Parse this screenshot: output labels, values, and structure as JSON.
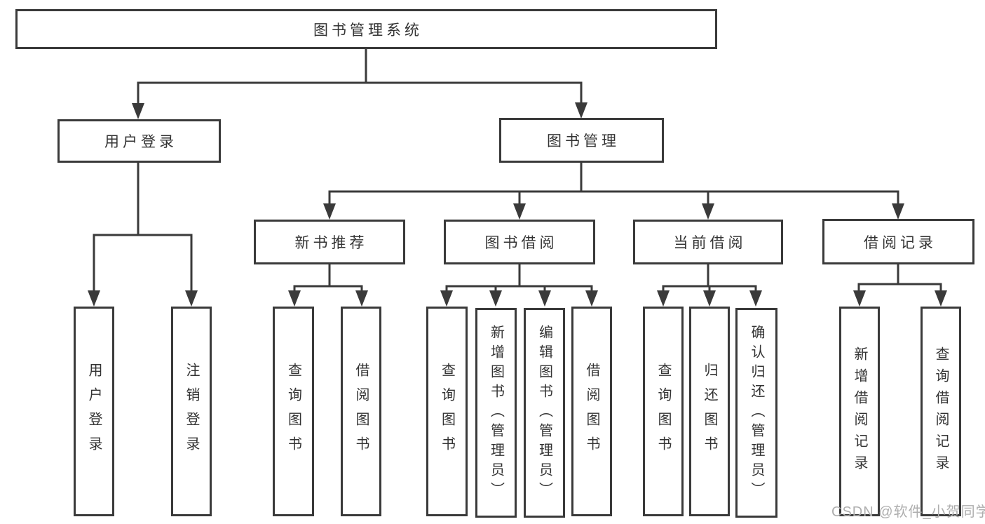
{
  "diagram": {
    "title": "图书管理系统",
    "level1": [
      {
        "label": "用户登录"
      },
      {
        "label": "图书管理"
      }
    ],
    "level2": [
      {
        "label": "新书推荐",
        "parent": "图书管理"
      },
      {
        "label": "图书借阅",
        "parent": "图书管理"
      },
      {
        "label": "当前借阅",
        "parent": "图书管理"
      },
      {
        "label": "借阅记录",
        "parent": "图书管理"
      }
    ],
    "leaves": [
      {
        "label": "用户登录",
        "parent": "用户登录"
      },
      {
        "label": "注销登录",
        "parent": "用户登录"
      },
      {
        "label": "查询图书",
        "parent": "新书推荐"
      },
      {
        "label": "借阅图书",
        "parent": "新书推荐"
      },
      {
        "label": "查询图书",
        "parent": "图书借阅"
      },
      {
        "label": "新增图书（管理员）",
        "parent": "图书借阅"
      },
      {
        "label": "编辑图书（管理员）",
        "parent": "图书借阅"
      },
      {
        "label": "借阅图书",
        "parent": "图书借阅"
      },
      {
        "label": "查询图书",
        "parent": "当前借阅"
      },
      {
        "label": "归还图书",
        "parent": "当前借阅"
      },
      {
        "label": "确认归还（管理员）",
        "parent": "当前借阅"
      },
      {
        "label": "新增借阅记录",
        "parent": "借阅记录"
      },
      {
        "label": "查询借阅记录",
        "parent": "借阅记录"
      }
    ]
  },
  "watermark": {
    "text": "CSDN @软件_小贺同学"
  },
  "colors": {
    "line": "#3a3a3a",
    "box_border": "#3a3a3a",
    "text": "#333333",
    "watermark": "#aeaeae",
    "background": "#ffffff"
  }
}
